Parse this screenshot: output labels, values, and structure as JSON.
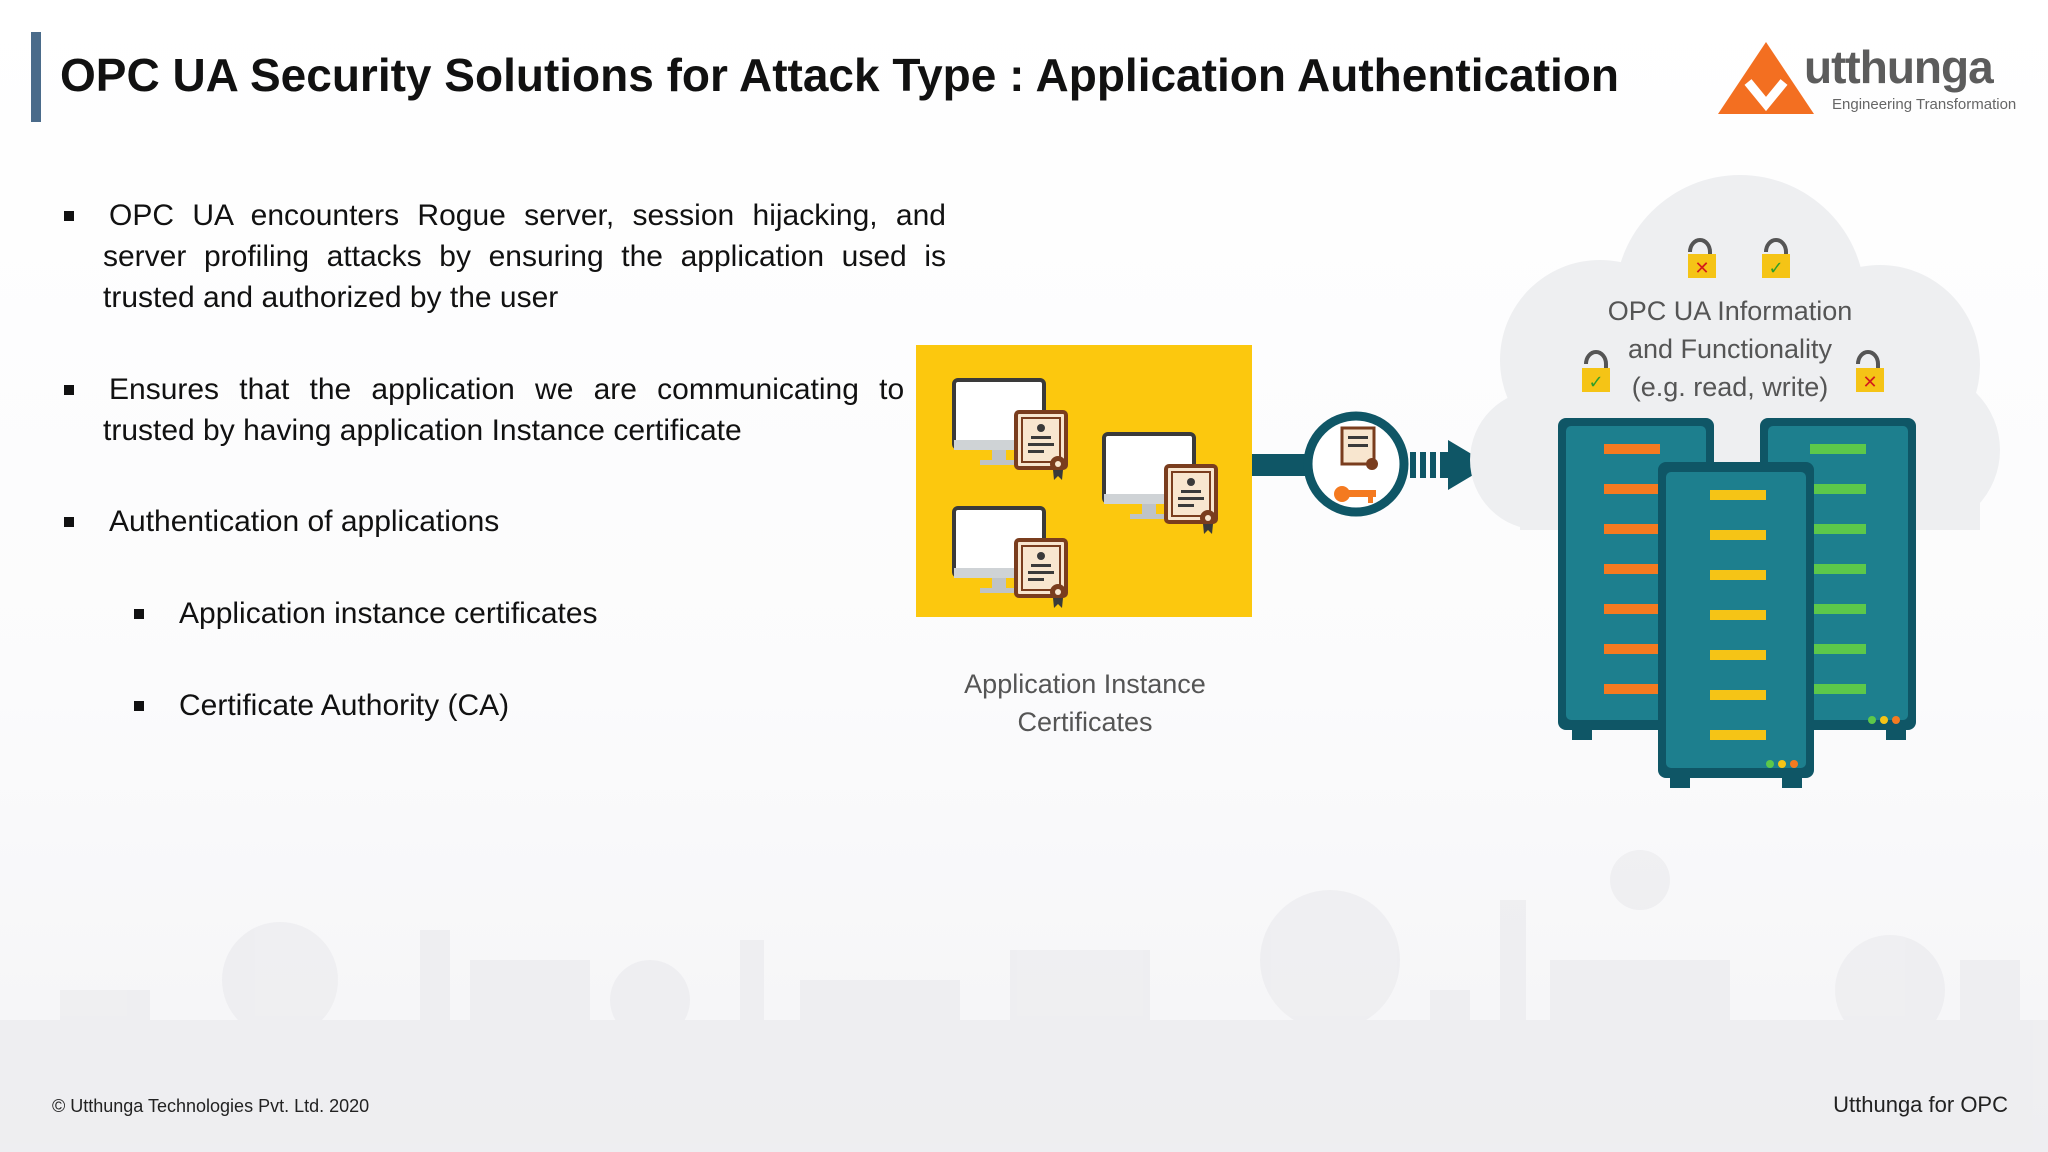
{
  "slide": {
    "title": "OPC UA Security Solutions for Attack Type : Application Authentication",
    "brand": {
      "name": "utthunga",
      "tagline": "Engineering Transformation",
      "accent": "#f36f21",
      "text": "#5c5c5c"
    }
  },
  "bullets": [
    {
      "text": "OPC UA encounters Rogue server, session hijacking, and server profiling attacks by ensuring the application used is trusted and authorized by the user"
    },
    {
      "text": "Ensures that the application we are communicating to is trusted by having application Instance certificate"
    },
    {
      "text": "Authentication of applications"
    }
  ],
  "sub_bullets": [
    {
      "text": "Application instance certificates"
    },
    {
      "text": "Certificate Authority (CA)"
    }
  ],
  "diagram": {
    "clients_caption_line1": "Application Instance",
    "clients_caption_line2": "Certificates",
    "cloud_line1": "OPC UA Information",
    "cloud_line2": "and Functionality",
    "cloud_line3": "(e.g. read, write)",
    "colors": {
      "panel": "#fcc80e",
      "teal": "#1d7f8e",
      "teal_dark": "#0f5666",
      "orange": "#f47a20",
      "yellow": "#f5c416",
      "green": "#5cc84a",
      "cert": "#7a3d1e"
    },
    "icons": [
      "monitor-icon",
      "certificate-icon",
      "key-icon",
      "padlock-icon",
      "server-rack-icon",
      "cloud-icon",
      "arrow-right-icon"
    ]
  },
  "footer": {
    "copyright": "© Utthunga Technologies Pvt. Ltd. 2020",
    "right": "Utthunga for OPC"
  }
}
